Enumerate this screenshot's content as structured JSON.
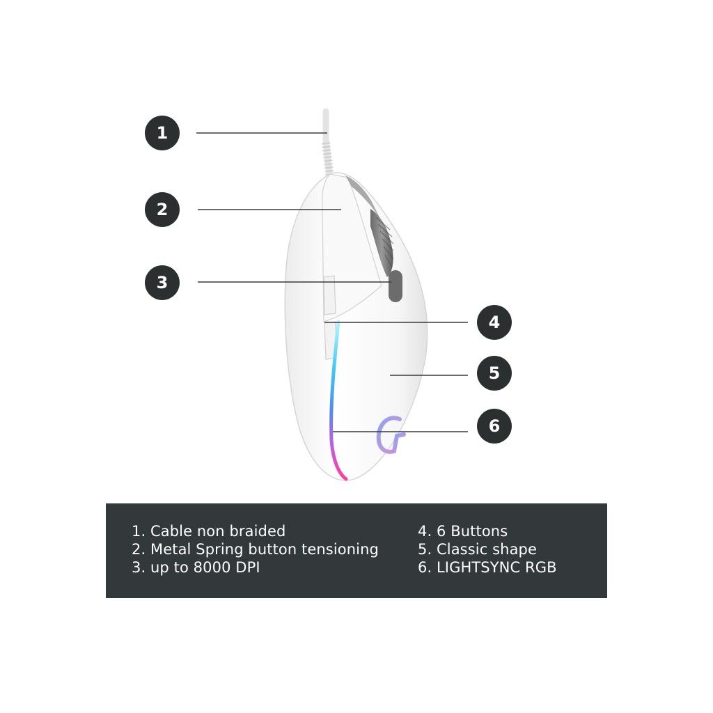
{
  "callouts": [
    {
      "num": "1"
    },
    {
      "num": "2"
    },
    {
      "num": "3"
    },
    {
      "num": "4"
    },
    {
      "num": "5"
    },
    {
      "num": "6"
    }
  ],
  "features": {
    "left": [
      "1. Cable non braided",
      "2. Metal Spring button tensioning",
      "3. up to 8000 DPI"
    ],
    "right": [
      "4. 6 Buttons",
      "5. Classic shape",
      "6. LIGHTSYNC RGB"
    ]
  },
  "colors": {
    "badge": "#2b2f30",
    "panel": "#33383a",
    "line": "#3a3a3a",
    "mouse_body": "#f7f7f7"
  }
}
